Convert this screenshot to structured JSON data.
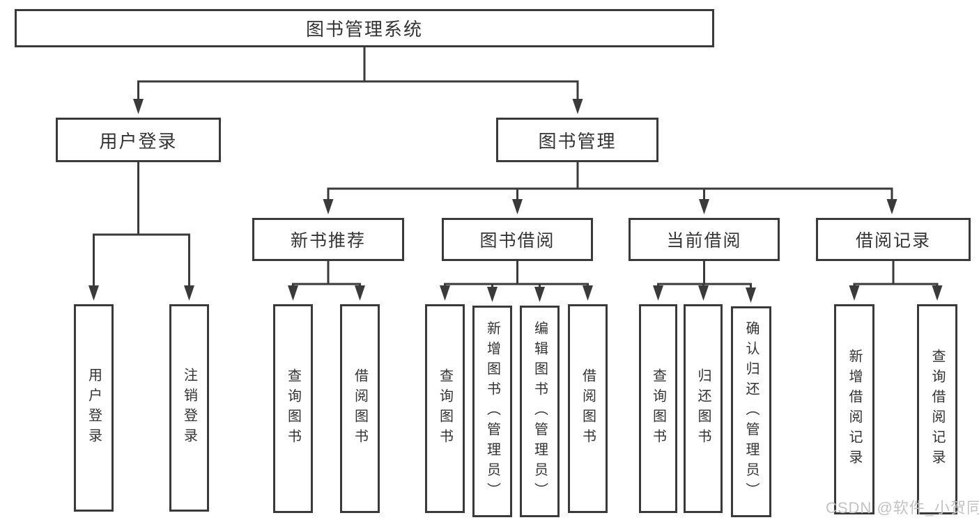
{
  "tree": {
    "root": "图书管理系统",
    "user_login": {
      "label": "用户登录",
      "leaves": [
        "用户登录",
        "注销登录"
      ]
    },
    "book_mgmt": {
      "label": "图书管理",
      "groups": [
        {
          "label": "新书推荐",
          "leaves": [
            "查询图书",
            "借阅图书"
          ]
        },
        {
          "label": "图书借阅",
          "leaves": [
            "查询图书",
            "新增图书（管理员）",
            "编辑图书（管理员）",
            "借阅图书"
          ]
        },
        {
          "label": "当前借阅",
          "leaves": [
            "查询图书",
            "归还图书",
            "确认归还（管理员）"
          ]
        },
        {
          "label": "借阅记录",
          "leaves": [
            "新增借阅记录",
            "查询借阅记录"
          ]
        }
      ]
    }
  },
  "watermark": "CSDN @软件_小贺同学",
  "colors": {
    "line": "#3a3a3a",
    "text": "#333333",
    "watermark": "#c2c2c2",
    "background": "#ffffff"
  }
}
